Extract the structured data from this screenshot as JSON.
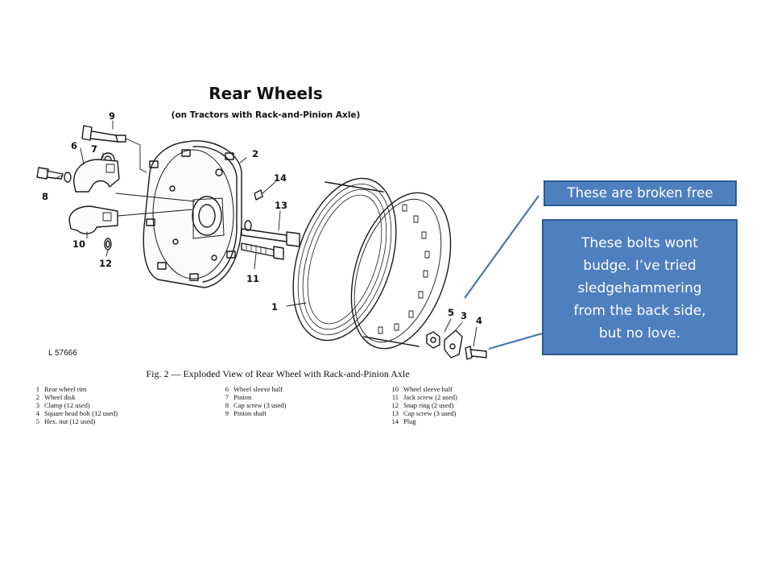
{
  "diagram": {
    "title": "Rear Wheels",
    "subtitle": "(on Tractors with Rack-and-Pinion Axle)",
    "reference_code": "L 57666",
    "caption": "Fig. 2 — Exploded View of Rear Wheel with Rack-and-Pinion Axle",
    "part_numbers": {
      "p1": "1",
      "p2": "2",
      "p3": "3",
      "p4": "4",
      "p5": "5",
      "p6": "6",
      "p7": "7",
      "p8": "8",
      "p9": "9",
      "p10": "10",
      "p11": "11",
      "p12": "12",
      "p13": "13",
      "p14": "14"
    },
    "legend": [
      {
        "num": "1",
        "text": "Rear wheel rim"
      },
      {
        "num": "2",
        "text": "Wheel disk"
      },
      {
        "num": "3",
        "text": "Clamp (12 used)"
      },
      {
        "num": "4",
        "text": "Square head bolt (12 used)"
      },
      {
        "num": "5",
        "text": "Hex. nut (12 used)"
      },
      {
        "num": "6",
        "text": "Wheel sleeve half"
      },
      {
        "num": "7",
        "text": "Pinion"
      },
      {
        "num": "8",
        "text": "Cap screw (3 used)"
      },
      {
        "num": "9",
        "text": "Pinion shaft"
      },
      {
        "num": "10",
        "text": "Wheel sleeve half"
      },
      {
        "num": "11",
        "text": "Jack screw (2 used)"
      },
      {
        "num": "12",
        "text": "Snap ring (2 used)"
      },
      {
        "num": "13",
        "text": "Cap screw (3 used)"
      },
      {
        "num": "14",
        "text": "Plug"
      }
    ]
  },
  "callouts": {
    "broken_free": "These are broken free",
    "wont_budge": [
      "These bolts wont",
      "budge. I’ve tried",
      "sledgehammering",
      "from the back side,",
      "but no love."
    ]
  },
  "colors": {
    "callout_fill": "#4e7fbf",
    "callout_border": "#2e5a94",
    "callout_text": "#ffffff",
    "pointer_line": "#4a76b0"
  }
}
